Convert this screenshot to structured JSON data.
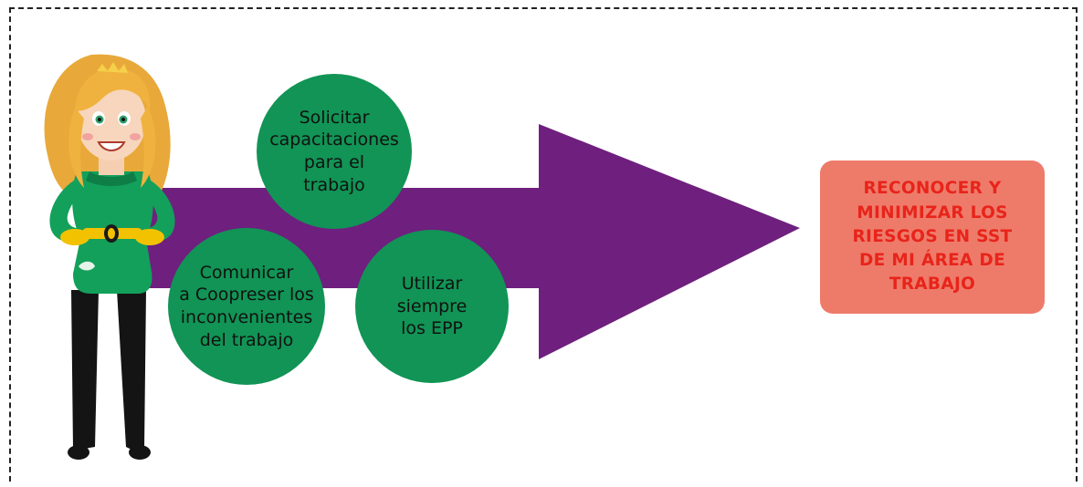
{
  "colors": {
    "arrow": "#6f1f7e",
    "circle": "#119455",
    "goal_box": "#ee7b6a",
    "goal_text": "#e8241b",
    "border": "#222222"
  },
  "steps": [
    {
      "text": "Solicitar\ncapacitaciones\npara el\ntrabajo"
    },
    {
      "text": "Comunicar\na Coopreser los\ninconvenientes\ndel trabajo"
    },
    {
      "text": "Utilizar\nsiempre\nlos EPP"
    }
  ],
  "goal": {
    "text": "RECONOCER Y\nMINIMIZAR LOS\nRIESGOS EN SST\nDE MI ÁREA DE\nTRABAJO"
  },
  "illustration": {
    "icon": "superhero-woman-illustration"
  }
}
